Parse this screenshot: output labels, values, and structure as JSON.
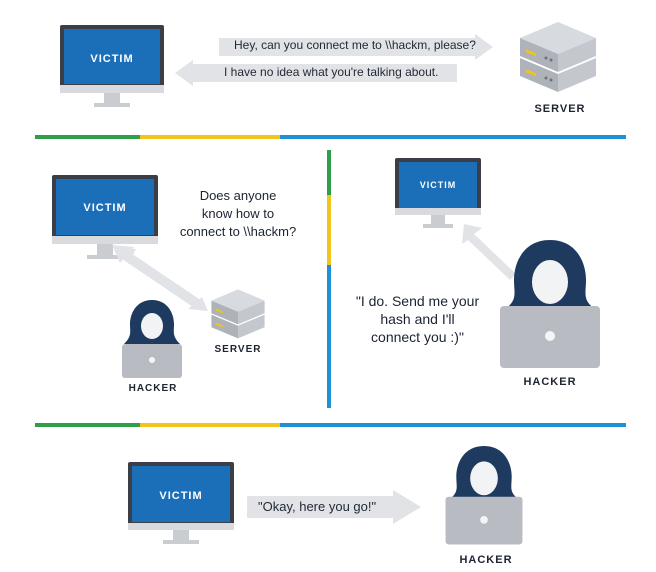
{
  "panel1": {
    "victim_label": "VICTIM",
    "request_text": "Hey, can you connect me to \\\\hackm, please?",
    "response_text": "I have no idea what you're talking about.",
    "server_label": "SERVER"
  },
  "panel2": {
    "victim_label": "VICTIM",
    "question_lines": [
      "Does anyone",
      "know how to",
      "connect to \\\\hackm?"
    ],
    "server_label": "SERVER",
    "hacker_label": "HACKER"
  },
  "panel3": {
    "victim_label": "VICTIM",
    "reply_lines": [
      "\"I do. Send me your",
      "hash and I'll",
      "connect you :)\""
    ],
    "hacker_label": "HACKER"
  },
  "panel4": {
    "victim_label": "VICTIM",
    "message_text": "\"Okay, here you go!\"",
    "hacker_label": "HACKER"
  },
  "colors": {
    "screen_blue": "#1a6fb8",
    "monitor_frame": "#3a3f47",
    "hood_navy": "#1e3a5f",
    "arrow_gray": "#e1e3e6",
    "laptop_gray": "#b8bcc2",
    "divider_green": "#2e9e4a",
    "divider_yellow": "#f0c419",
    "divider_blue": "#1f8fd6"
  }
}
